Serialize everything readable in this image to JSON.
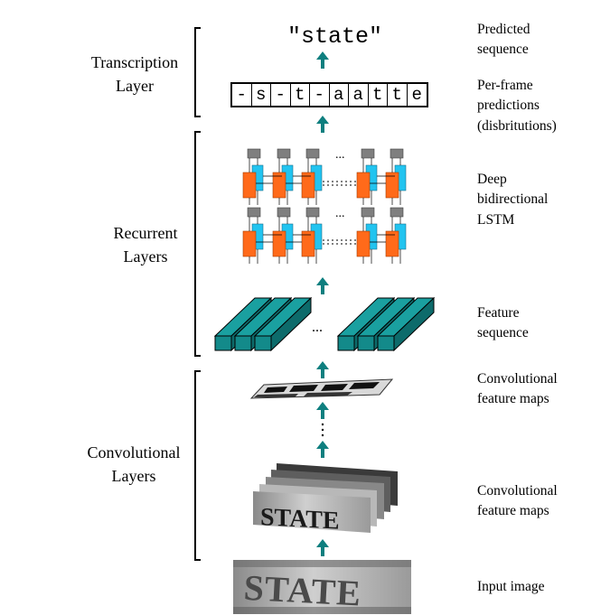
{
  "layers": {
    "transcription": [
      "Transcription",
      "Layer"
    ],
    "recurrent": [
      "Recurrent",
      "Layers"
    ],
    "convolutional": [
      "Convolutional",
      "Layers"
    ]
  },
  "predicted_text": "\"state\"",
  "frame_predictions": [
    "-",
    "s",
    "-",
    "t",
    "-",
    "a",
    "a",
    "t",
    "t",
    "e"
  ],
  "right_labels": {
    "predicted": [
      "Predicted",
      "sequence"
    ],
    "per_frame": [
      "Per-frame",
      "predictions",
      "(disbritutions)"
    ],
    "lstm": [
      "Deep",
      "bidirectional",
      "LSTM"
    ],
    "feature_seq": [
      "Feature",
      "sequence"
    ],
    "conv_maps_top": [
      "Convolutional",
      "feature maps"
    ],
    "conv_maps_bottom": [
      "Convolutional",
      "feature maps"
    ],
    "input": [
      "Input image"
    ]
  },
  "ellipsis": "...",
  "input_word": "STATE",
  "colors": {
    "arrow": "#0e7f7f",
    "teal": "#138a8a",
    "orange": "#ff6a1a",
    "cyan": "#22c4f0",
    "gray": "#7f7f7f"
  }
}
